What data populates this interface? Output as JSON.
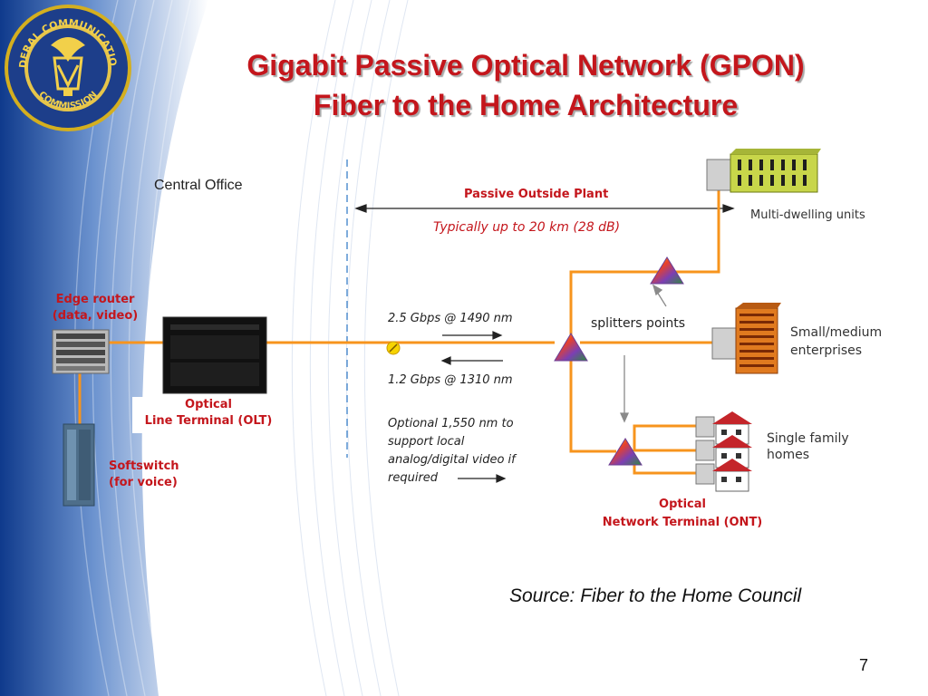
{
  "slide": {
    "title_line1": "Gigabit Passive Optical Network (GPON)",
    "title_line2": "Fiber to the Home Architecture",
    "page_number": "7",
    "source": "Source:  Fiber to the Home Council"
  },
  "seal": {
    "ring_text_top": "FEDERAL COMMUNICATIONS",
    "ring_text_bottom": "COMMISSION"
  },
  "diagram": {
    "central_office": "Central Office",
    "passive_outside_plant": "Passive Outside Plant",
    "distance": "Typically up to 20 km (28 dB)",
    "edge_router_line1": "Edge router",
    "edge_router_line2": "(data, video)",
    "olt_line1": "Optical",
    "olt_line2": "Line Terminal (OLT)",
    "softswitch_line1": "Softswitch",
    "softswitch_line2": "(for voice)",
    "downstream": "2.5 Gbps @ 1490 nm",
    "upstream": "1.2 Gbps @ 1310 nm",
    "optional_line1": "Optional 1,550 nm to",
    "optional_line2": "support local",
    "optional_line3": "analog/digital video if",
    "optional_line4": "required",
    "splitters": "splitters points",
    "mdu": "Multi-dwelling units",
    "enterprise_line1": "Small/medium",
    "enterprise_line2": "enterprises",
    "homes_line1": "Single family",
    "homes_line2": "homes",
    "ont_line1": "Optical",
    "ont_line2": "Network Terminal (ONT)"
  },
  "colors": {
    "title_red": "#c4161c",
    "fiber_orange": "#f7941d",
    "divider_blue": "#3a7fc8"
  }
}
